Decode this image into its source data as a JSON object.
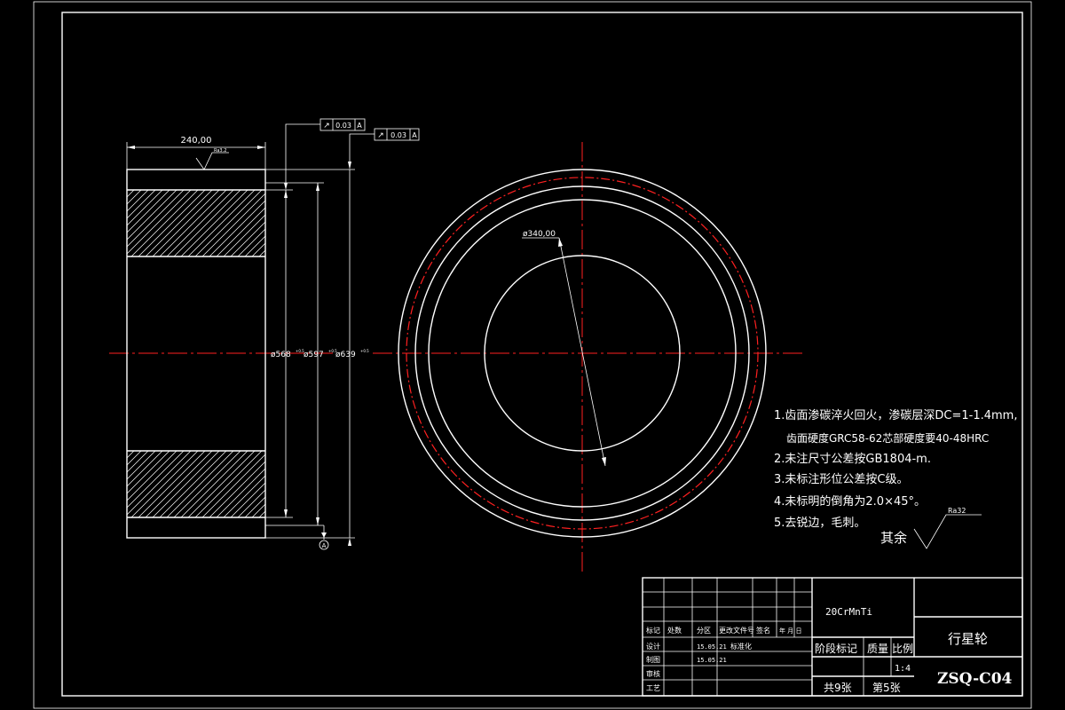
{
  "colors": {
    "background": "#000000",
    "lines": "#ffffff",
    "center_lines": "#ff2020"
  },
  "dimensions": {
    "width": "240,00",
    "roughness_face": "Ra3.2",
    "d1": "ø568",
    "d1_tol": "+0.5",
    "d2": "ø597",
    "d2_tol": "+0.5",
    "d3": "ø639",
    "d3_tol": "+0.5",
    "bore": "ø340,00",
    "datum": "A"
  },
  "tolerance_frames": [
    {
      "symbol": "↗",
      "value": "0.03",
      "datum": "A"
    },
    {
      "symbol": "↗",
      "value": "0.03",
      "datum": "A"
    }
  ],
  "notes": [
    "1.齿面渗碳淬火回火，渗碳层深DC=1-1.4mm,",
    "齿面硬度GRC58-62芯部硬度要40-48HRC",
    "2.未注尺寸公差按GB1804-m.",
    "3.未标注形位公差按C级。",
    "4.未标明的倒角为2.0×45°。",
    "5.去锐边，毛刺。"
  ],
  "roughness_rest": {
    "label": "其余",
    "value": "Ra32"
  },
  "title_block": {
    "material": "20CrMnTi",
    "part_name": "行星轮",
    "drawing_no": "ZSQ-C04",
    "header_labels": [
      "标记",
      "处数",
      "分区",
      "更改文件号",
      "签名",
      "年 月 日"
    ],
    "rows": [
      {
        "role": "设计",
        "date": "15.05.21",
        "extra": "标准化"
      },
      {
        "role": "制图",
        "date": "15.05.21",
        "extra": ""
      },
      {
        "role": "审核",
        "date": "",
        "extra": ""
      },
      {
        "role": "工艺",
        "date": "",
        "extra": ""
      }
    ],
    "stage_label": "阶段标记",
    "mass_label": "质量",
    "scale_label": "比例",
    "scale_value": "1:4",
    "sheets_total": "共9张",
    "sheet_no": "第5张"
  }
}
